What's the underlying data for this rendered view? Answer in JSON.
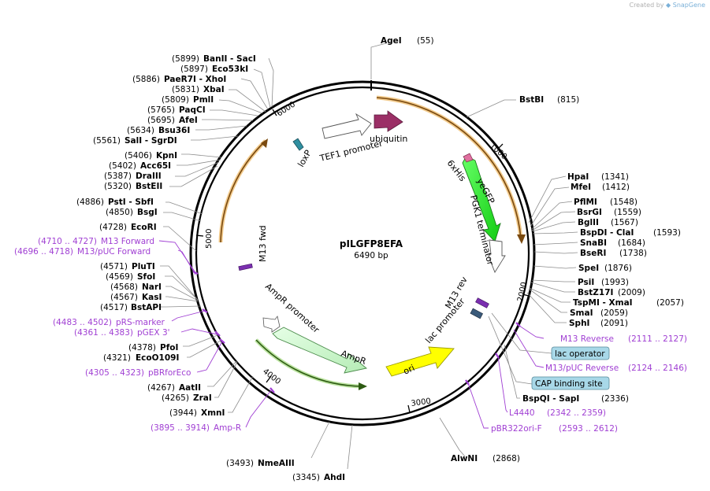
{
  "credit": {
    "prefix": "Created by",
    "brand": "SnapGene"
  },
  "plasmid": {
    "name": "pILGFP8EFA",
    "size": "6490 bp"
  },
  "ticks": [
    "1000",
    "2000",
    "3000",
    "4000",
    "5000",
    "6000"
  ],
  "sites": [
    {
      "pos": "(55)",
      "name": "AgeI"
    },
    {
      "pos": "(815)",
      "name": "BstBI"
    },
    {
      "pos": "(1341)",
      "name": "HpaI"
    },
    {
      "pos": "(1412)",
      "name": "MfeI"
    },
    {
      "pos": "(1548)",
      "name": "PflMI"
    },
    {
      "pos": "(1559)",
      "name": "BsrGI"
    },
    {
      "pos": "(1567)",
      "name": "BglII"
    },
    {
      "pos": "(1593)",
      "name": "BspDI - ClaI"
    },
    {
      "pos": "(1684)",
      "name": "SnaBI"
    },
    {
      "pos": "(1738)",
      "name": "BseRI"
    },
    {
      "pos": "(1876)",
      "name": "SpeI"
    },
    {
      "pos": "(1993)",
      "name": "PsiI"
    },
    {
      "pos": "(2009)",
      "name": "BstZ17I"
    },
    {
      "pos": "(2057)",
      "name": "TspMI - XmaI"
    },
    {
      "pos": "(2059)",
      "name": "SmaI"
    },
    {
      "pos": "(2091)",
      "name": "SphI"
    },
    {
      "pos": "(2336)",
      "name": "BspQI - SapI"
    },
    {
      "pos": "(2868)",
      "name": "AlwNI"
    },
    {
      "pos": "(3345)",
      "name": "AhdI"
    },
    {
      "pos": "(3493)",
      "name": "NmeAIII"
    },
    {
      "pos": "(3944)",
      "name": "XmnI"
    },
    {
      "pos": "(4265)",
      "name": "ZraI"
    },
    {
      "pos": "(4267)",
      "name": "AatII"
    },
    {
      "pos": "(4321)",
      "name": "EcoO109I"
    },
    {
      "pos": "(4378)",
      "name": "PfoI"
    },
    {
      "pos": "(4517)",
      "name": "BstAPI"
    },
    {
      "pos": "(4567)",
      "name": "KasI"
    },
    {
      "pos": "(4568)",
      "name": "NarI"
    },
    {
      "pos": "(4569)",
      "name": "SfoI"
    },
    {
      "pos": "(4571)",
      "name": "PluTI"
    },
    {
      "pos": "(4728)",
      "name": "EcoRI"
    },
    {
      "pos": "(4850)",
      "name": "BsgI"
    },
    {
      "pos": "(4886)",
      "name": "PstI - SbfI"
    },
    {
      "pos": "(5320)",
      "name": "BstEII"
    },
    {
      "pos": "(5387)",
      "name": "DraIII"
    },
    {
      "pos": "(5402)",
      "name": "Acc65I"
    },
    {
      "pos": "(5406)",
      "name": "KpnI"
    },
    {
      "pos": "(5561)",
      "name": "SalI - SgrDI"
    },
    {
      "pos": "(5634)",
      "name": "Bsu36I"
    },
    {
      "pos": "(5695)",
      "name": "AfeI"
    },
    {
      "pos": "(5765)",
      "name": "PaqCI"
    },
    {
      "pos": "(5809)",
      "name": "PmlI"
    },
    {
      "pos": "(5831)",
      "name": "XbaI"
    },
    {
      "pos": "(5886)",
      "name": "PaeR7I - XhoI"
    },
    {
      "pos": "(5897)",
      "name": "Eco53kI"
    },
    {
      "pos": "(5899)",
      "name": "BanII - SacI"
    }
  ],
  "primers": [
    {
      "name": "M13 Reverse",
      "range": "(2111 .. 2127)"
    },
    {
      "name": "M13/pUC Reverse",
      "range": "(2124 .. 2146)"
    },
    {
      "name": "L4440",
      "range": "(2342 .. 2359)"
    },
    {
      "name": "pBR322ori-F",
      "range": "(2593 .. 2612)"
    },
    {
      "name": "Amp-R",
      "range": "(3895 .. 3914)"
    },
    {
      "name": "pBRforEco",
      "range": "(4305 .. 4323)"
    },
    {
      "name": "pGEX 3'",
      "range": "(4361 .. 4383)"
    },
    {
      "name": "pRS-marker",
      "range": "(4483 .. 4502)"
    },
    {
      "name": "M13/pUC Forward",
      "range": "(4696 .. 4718)"
    },
    {
      "name": "M13 Forward",
      "range": "(4710 .. 4727)"
    }
  ],
  "boxed": [
    "lac operator",
    "CAP binding site"
  ],
  "features": [
    "ubiquitin",
    "TEF1 promoter",
    "loxP",
    "6xHis",
    "yeGFP",
    "PGK1 terminator",
    "M13 rev",
    "lac promoter",
    "ori",
    "AmpR",
    "AmpR promoter",
    "M13 fwd"
  ],
  "colors": {
    "primer": "#a03fd3",
    "ubiquitin": "#9b2f66",
    "gfp": "#22e022",
    "ori": "#ffff00",
    "ampr": "#ccf5cc",
    "orange_arc": "#e8a030",
    "green_arc": "#3a7d1a",
    "box": "#a8d8e8"
  }
}
